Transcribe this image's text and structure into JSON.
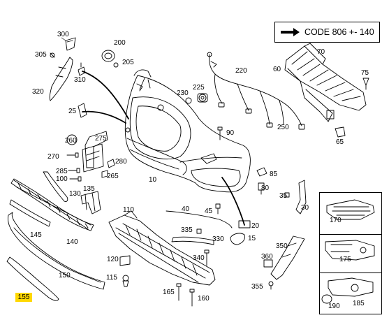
{
  "code_label": "CODE 806 +- 140",
  "highlight_part": "155",
  "callouts": [
    "10",
    "15",
    "20",
    "25",
    "30",
    "35",
    "40",
    "45",
    "60",
    "65",
    "70",
    "75",
    "80",
    "85",
    "90",
    "100",
    "110",
    "115",
    "120",
    "130",
    "135",
    "140",
    "145",
    "150",
    "160",
    "165",
    "170",
    "175",
    "185",
    "190",
    "200",
    "205",
    "220",
    "225",
    "230",
    "250",
    "260",
    "265",
    "270",
    "275",
    "280",
    "285",
    "300",
    "305",
    "310",
    "320",
    "330",
    "335",
    "340",
    "350",
    "355",
    "360"
  ]
}
